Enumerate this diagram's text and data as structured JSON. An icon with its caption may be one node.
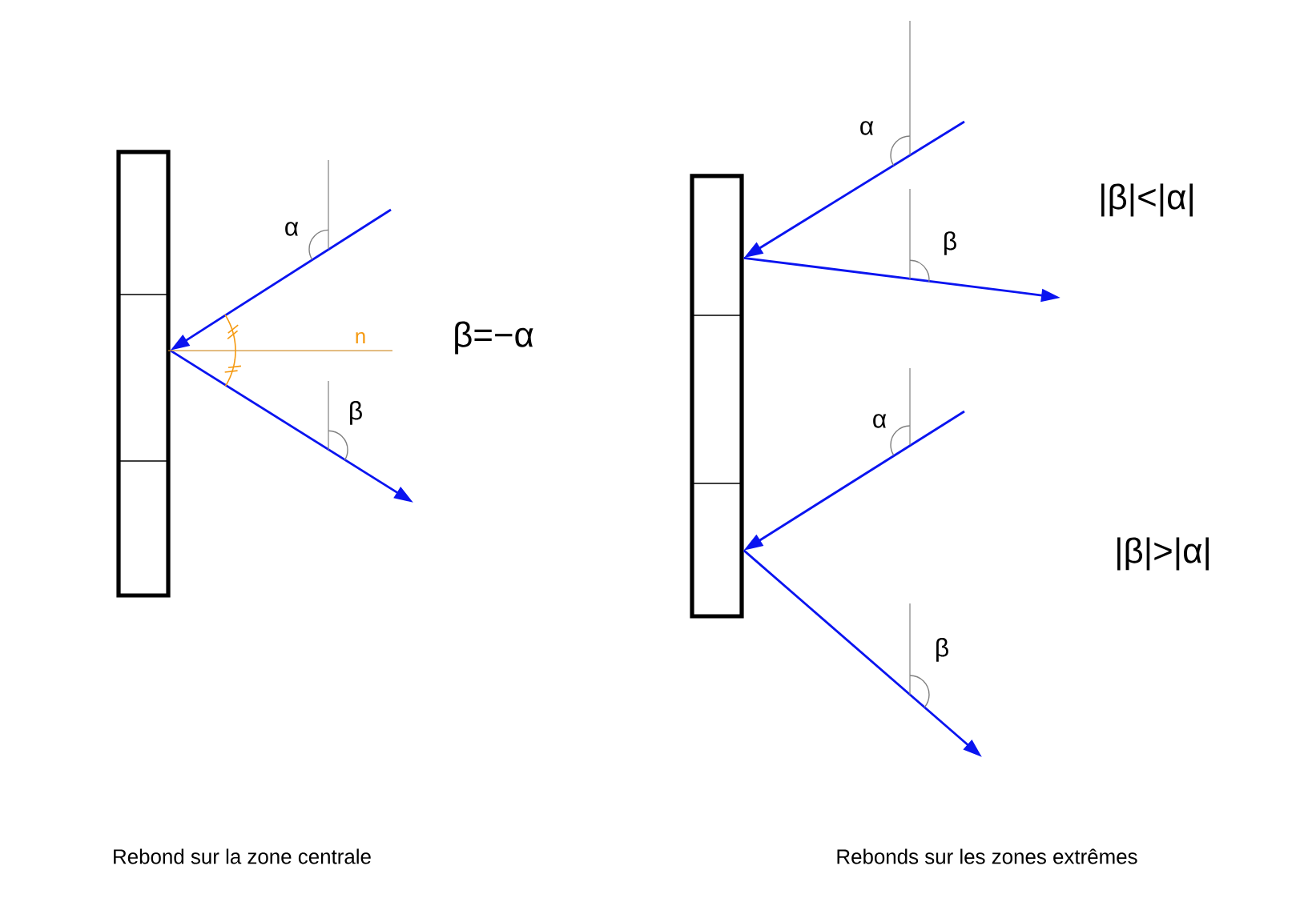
{
  "diagram": {
    "nodes": [
      {
        "text": [],
        "shape": "bar"
      },
      {
        "text": [],
        "shape": "bar"
      }
    ],
    "edges": [
      {
        "from": null,
        "to": 0,
        "arrow": "to"
      },
      {
        "from": 0,
        "to": null,
        "arrow": "to"
      },
      {
        "from": null,
        "to": 1,
        "arrow": "to"
      },
      {
        "from": 1,
        "to": null,
        "arrow": "to"
      },
      {
        "from": null,
        "to": 1,
        "arrow": "to"
      },
      {
        "from": 1,
        "to": null,
        "arrow": "to"
      }
    ],
    "labels": [
      "α",
      "β",
      "n",
      "β=−α",
      "α",
      "β",
      "|β|<|α|",
      "α",
      "β",
      "|β|>|α|",
      "Rebond sur la zone centrale",
      "Rebonds sur les zones extrêmes"
    ]
  }
}
